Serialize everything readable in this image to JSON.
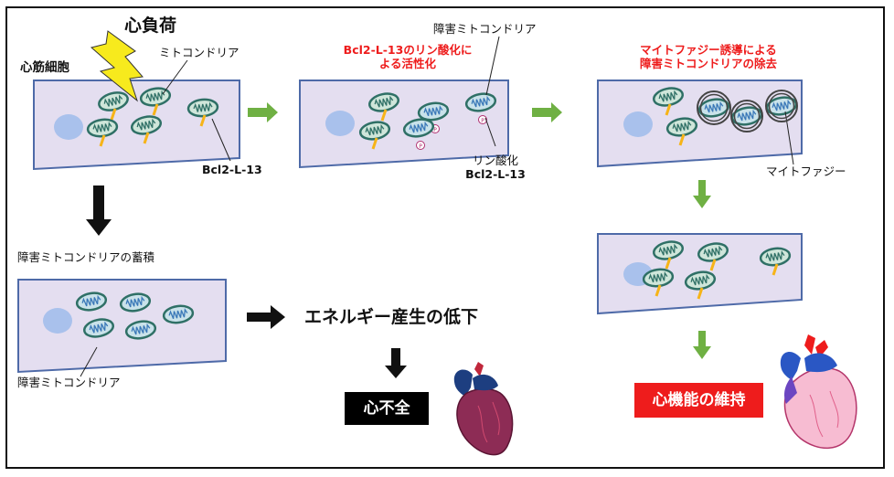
{
  "labels": {
    "cardiac_load": "心負荷",
    "cardiomyocyte": "心筋細胞",
    "mitochondria": "ミトコンドリア",
    "bcl2": "Bcl2-L-13",
    "damaged_mito_top": "障害ミトコンドリア",
    "activation_line1": "Bcl2-L-13のリン酸化に",
    "activation_line2": "よる活性化",
    "phospho_line1": "リン酸化",
    "phospho_line2": "Bcl2-L-13",
    "removal_line1": "マイトファジー誘導による",
    "removal_line2": "障害ミトコンドリアの除去",
    "mitophagy": "マイトファジー",
    "accumulation": "障害ミトコンドリアの蓄積",
    "damaged_mito_bottom": "障害ミトコンドリア",
    "energy_decline": "エネルギー産生の低下",
    "heart_failure": "心不全",
    "maintenance": "心機能の維持",
    "phospho_mark": "P"
  },
  "colors": {
    "cell_fill": "#e4def0",
    "cell_stroke": "#4e6aa8",
    "nucleus": "#a9c1ec",
    "mito_stroke": "#2f7066",
    "mito_fill": "#cfe6da",
    "bcl2_yellow": "#f6b418",
    "green_arrow": "#6fb043",
    "black_arrow": "#111111",
    "red_text": "#ee1c1c",
    "heart_failure_box": "#000000",
    "maintenance_box": "#ee1c1c"
  }
}
